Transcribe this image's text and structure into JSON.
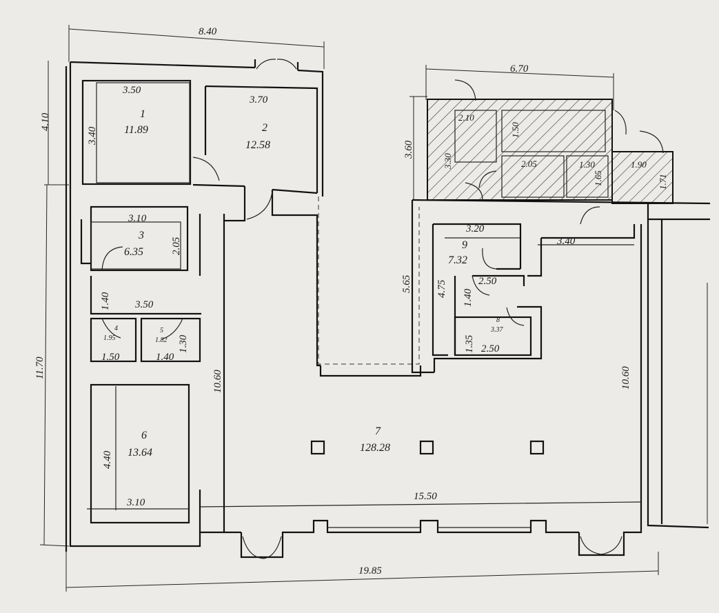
{
  "dimensions": {
    "top_left_width": "8.40",
    "top_left_height": "4.10",
    "left_total_height": "11.70",
    "bottom_total_width": "19.85",
    "right_block_width": "6.70",
    "right_block_height": "3.60",
    "hall_left_height": "10.60",
    "hall_right_height": "10.60",
    "hall_bottom_width": "15.50",
    "right_corridor_height": "5.65"
  },
  "rooms": [
    {
      "number": "1",
      "area": "11.89",
      "width": "3.50",
      "height": "3.40"
    },
    {
      "number": "2",
      "area": "12.58",
      "width": "3.70"
    },
    {
      "number": "3",
      "area": "6.35",
      "width": "3.10",
      "height": "2.05"
    },
    {
      "number": "4",
      "area": "1.95",
      "width": "1.50"
    },
    {
      "number": "5",
      "area": "1.82",
      "width": "1.40",
      "height": "1.30"
    },
    {
      "number": "6",
      "area": "13.64",
      "width": "3.10",
      "height": "4.40"
    },
    {
      "number": "7",
      "area": "128.28"
    },
    {
      "number": "8",
      "area": "3.37",
      "width": "2.50",
      "height": "1.35"
    },
    {
      "number": "9",
      "area": "7.32",
      "width": "3.20",
      "height": "4.75"
    }
  ],
  "misc": {
    "corridor_width": "3.50",
    "corridor_height": "1.40",
    "room9_inner_width": "2.50",
    "room9_inner_height": "1.40",
    "right_top_width": "3.40",
    "stair_a_width": "2.10",
    "stair_a_height": "3.30",
    "stair_b_height": "1.50",
    "stair_c_width": "2.05",
    "stair_d_width": "1.30",
    "stair_d_height": "1.65",
    "stair_e_width": "1.90",
    "stair_e_height": "1.71"
  }
}
